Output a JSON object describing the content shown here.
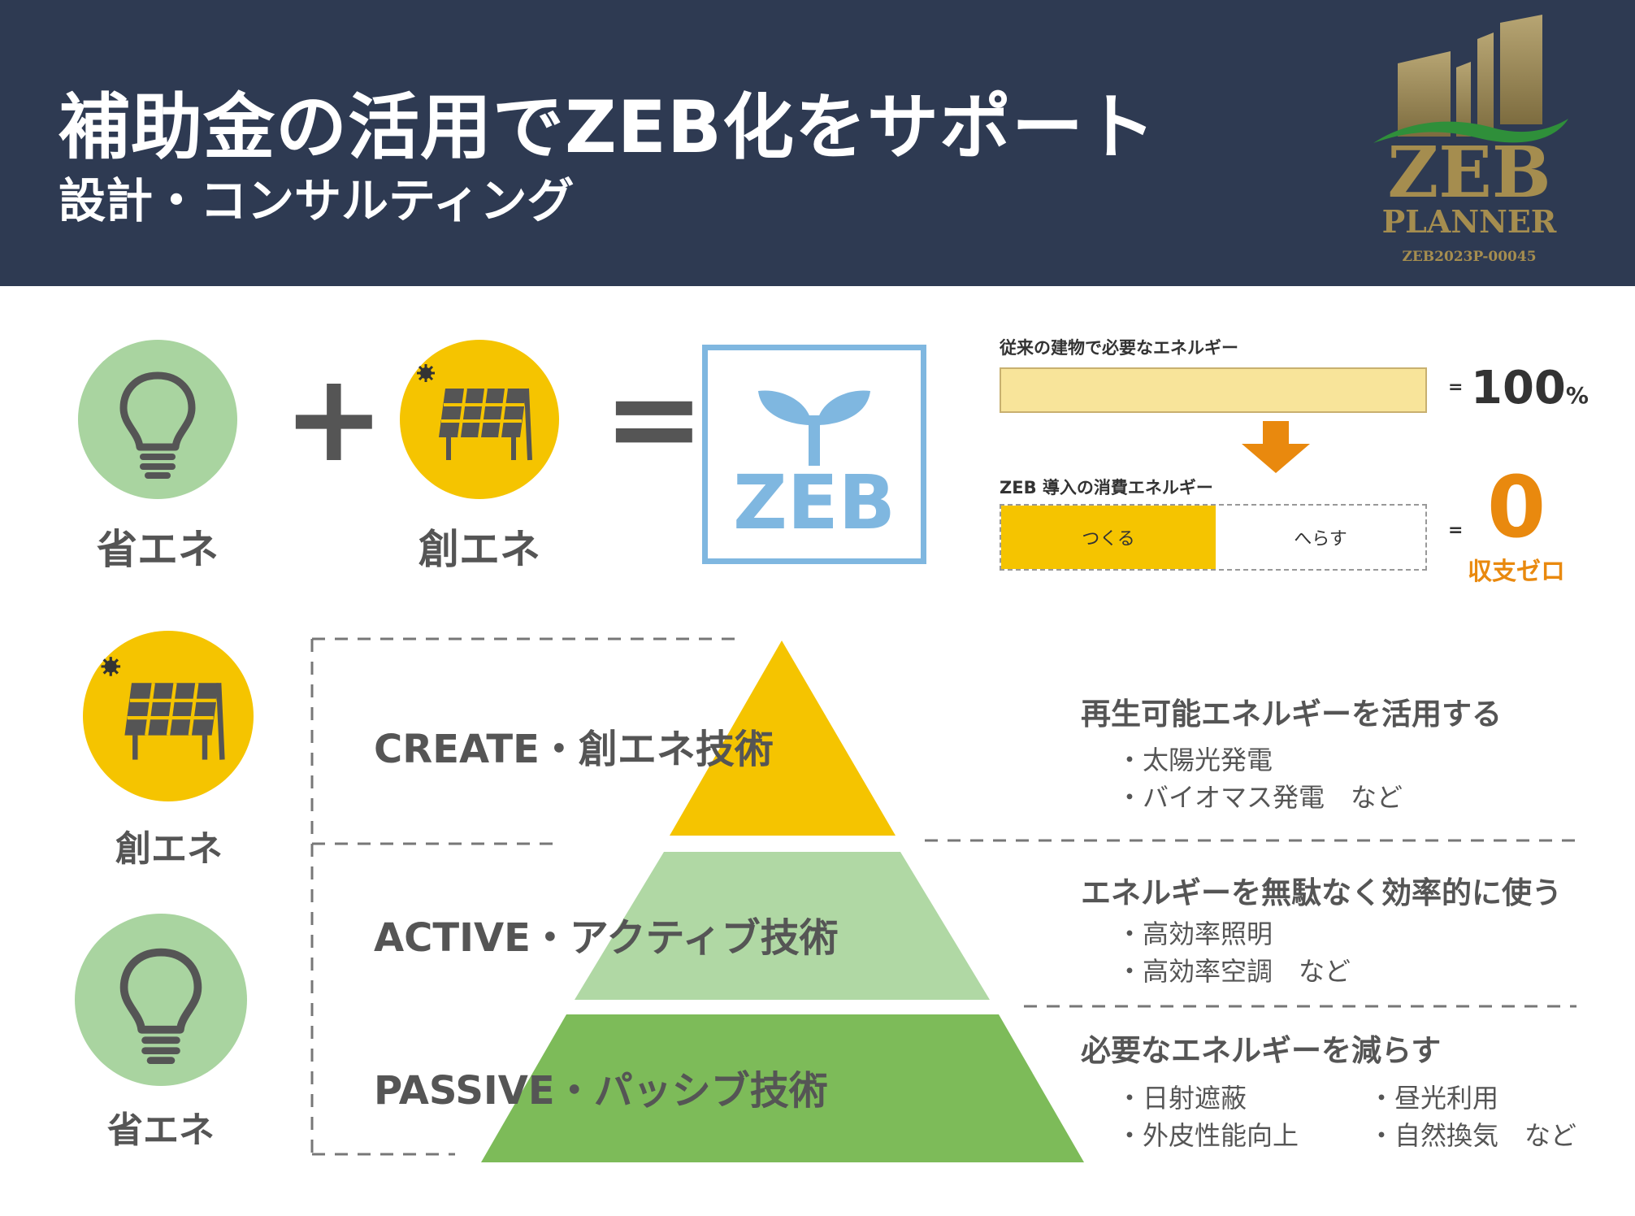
{
  "header": {
    "title": "補助金の活用でZEB化をサポート",
    "subtitle": "設計・コンサルティング",
    "logo": {
      "word": "ZEB",
      "sub": "PLANNER",
      "code": "ZEB2023P-00045"
    }
  },
  "equation": {
    "left_label": "省エネ",
    "middle_label": "創エネ",
    "plus": "+",
    "equals": "=",
    "result": "ZEB",
    "icons": [
      "lightbulb-icon",
      "solar-panel-icon",
      "sprout-icon"
    ]
  },
  "energy": {
    "conventional_label": "従来の建物で必要なエネルギー",
    "conventional_eq": "=",
    "conventional_value": "100",
    "conventional_unit": "%",
    "zeb_label": "ZEB 導入の消費エネルギー",
    "make_label": "つくる",
    "reduce_label": "へらす",
    "zeb_eq": "=",
    "zeb_value": "0",
    "zeb_caption": "収支ゼロ",
    "colors": {
      "bar": "#f8e49a",
      "make": "#f5c400",
      "accent": "#e9890e"
    }
  },
  "pyramid": {
    "side_labels": [
      "創エネ",
      "省エネ"
    ],
    "levels": [
      {
        "label": "CREATE・創エネ技術",
        "heading": "再生可能エネルギーを活用する",
        "items": [
          "・太陽光発電",
          "・バイオマス発電　など"
        ],
        "color": "#f5c400"
      },
      {
        "label": "ACTIVE・アクティブ技術",
        "heading": "エネルギーを無駄なく効率的に使う",
        "items": [
          "・高効率照明",
          "・高効率空調　など"
        ],
        "color": "#b0d8a4"
      },
      {
        "label": "PASSIVE・パッシブ技術",
        "heading": "必要なエネルギーを減らす",
        "items": [
          "・日射遮蔽",
          "・外皮性能向上"
        ],
        "items_right": [
          "・昼光利用",
          "・自然換気　など"
        ],
        "color": "#7dbb59"
      }
    ]
  }
}
